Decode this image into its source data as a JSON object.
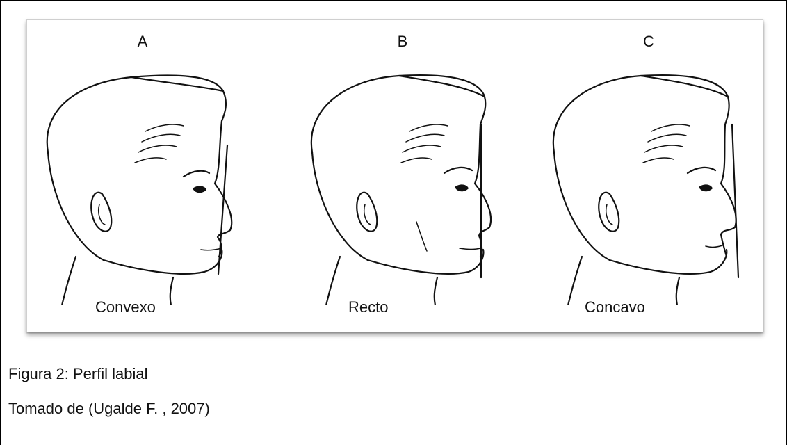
{
  "figure": {
    "panels": [
      {
        "letter": "A",
        "label": "Convexo"
      },
      {
        "letter": "B",
        "label": "Recto"
      },
      {
        "letter": "C",
        "label": "Concavo"
      }
    ]
  },
  "caption": {
    "title": "Figura 2: Perfil labial",
    "source": "Tomado de (Ugalde F. , 2007)"
  }
}
